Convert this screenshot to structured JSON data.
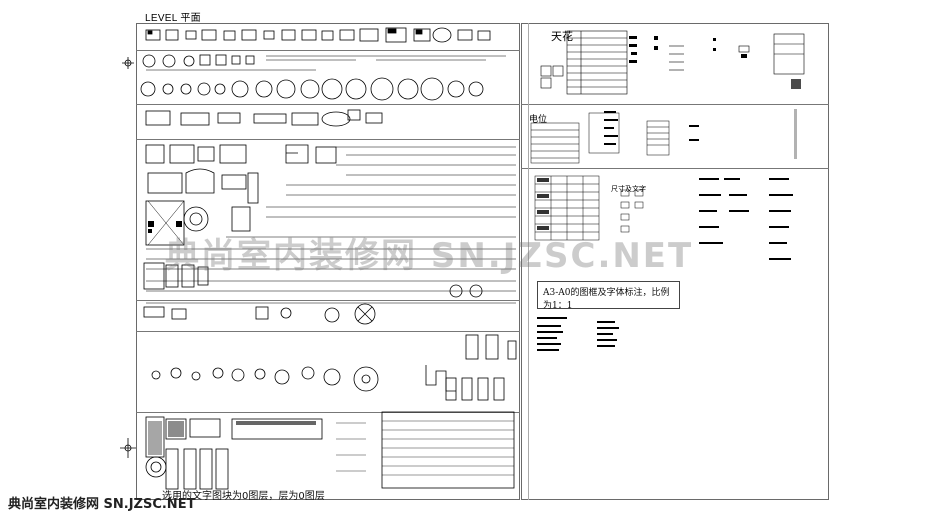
{
  "drawing": {
    "title": "LEVEL 平面",
    "ceiling_label": "天花",
    "electrical_label": "电位",
    "sizes_label": "尺寸及文字",
    "scale_note": "A3-A0的图框及字体标注，比例为1：1",
    "bottom_note": "选用的文字图块为0图层，层为0图层",
    "watermark": "典尚室内装修网 SN.JZSC.NET",
    "footer": "典尚室内装修网 SN.JZSC.NET"
  }
}
